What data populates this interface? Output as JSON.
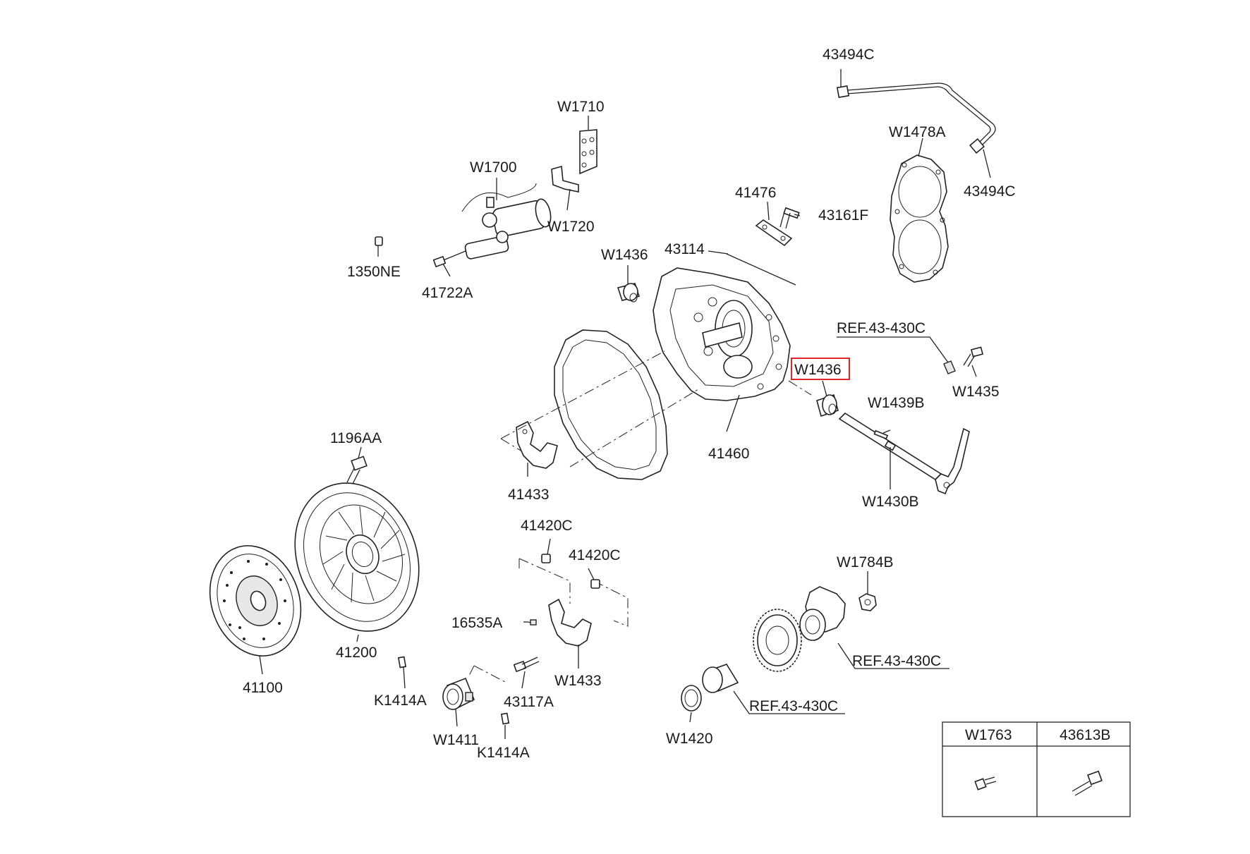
{
  "colors": {
    "highlight": "#e0262b",
    "line": "#222222"
  },
  "highlighted_part": "W1436",
  "labels": {
    "p43494C_top": "43494C",
    "p43494C_bottom": "43494C",
    "pW1478A": "W1478A",
    "pW1710": "W1710",
    "pW1700": "W1700",
    "pW1720": "W1720",
    "p1350NE": "1350NE",
    "p41722A": "41722A",
    "p41476": "41476",
    "p43161F": "43161F",
    "p43114": "43114",
    "pW1436_top": "W1436",
    "pW1436_hl": "W1436",
    "pREF_top": "REF.43-430C",
    "pW1435": "W1435",
    "pW1439B": "W1439B",
    "pW1430B": "W1430B",
    "p41460": "41460",
    "p41433": "41433",
    "p1196AA": "1196AA",
    "p41420C_a": "41420C",
    "p41420C_b": "41420C",
    "p16535A": "16535A",
    "pW1433": "W1433",
    "p41200": "41200",
    "p41100": "41100",
    "pK1414A_a": "K1414A",
    "p43117A": "43117A",
    "pW1411": "W1411",
    "pK1414A_b": "K1414A",
    "pW1784B": "W1784B",
    "pREF_mid": "REF.43-430C",
    "pREF_low": "REF.43-430C",
    "pW1420": "W1420"
  },
  "table": {
    "col1": "W1763",
    "col2": "43613B"
  }
}
